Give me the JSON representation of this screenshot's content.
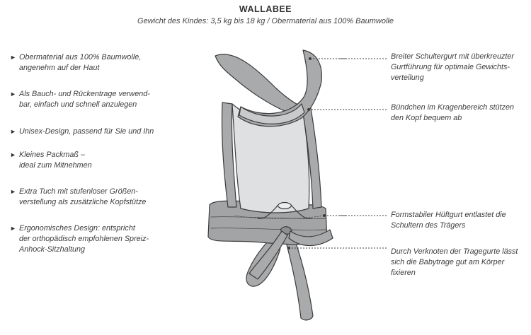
{
  "header": {
    "title": "WALLABEE",
    "subtitle": "Gewicht des Kindes: 3,5 kg bis 18 kg / Obermaterial aus 100% Baumwolle"
  },
  "features": [
    {
      "text": "Obermaterial aus 100% Baumwolle,\nangenehm auf der Haut"
    },
    {
      "text": "Als Bauch- und Rückentrage verwend-\nbar, einfach und schnell anzulegen"
    },
    {
      "text": "Unisex-Design, passend für Sie und Ihn"
    },
    {
      "text": "Kleines Packmaß –\nideal zum Mitnehmen"
    },
    {
      "text": "Extra Tuch mit stufenloser Größen-\nverstellung als zusätzliche Kopfstütze"
    },
    {
      "text": "Ergonomisches Design: entspricht\nder orthopädisch empfohlenen Spreiz-\nAnhock-Sitzhaltung"
    }
  ],
  "callouts": [
    {
      "text": "Breiter Schultergurt mit überkreuzter\nGurtführung für optimale Gewichts-\nverteilung"
    },
    {
      "text": "Bündchen im Kragenbereich stützen\nden Kopf bequem ab"
    },
    {
      "text": "Formstabiler Hüftgurt entlastet die\nSchultern des Trägers"
    },
    {
      "text": "Durch Verknoten der Tragegurte lässt\nsich die Babytrage gut am Körper\nfixieren"
    }
  ],
  "bullet_glyph": "►",
  "colors": {
    "strap": "#a9aaab",
    "panel": "#dfe0e1",
    "belt": "#a3a4a5",
    "outline": "#3c3c3c",
    "leader": "#3c3c3c"
  }
}
